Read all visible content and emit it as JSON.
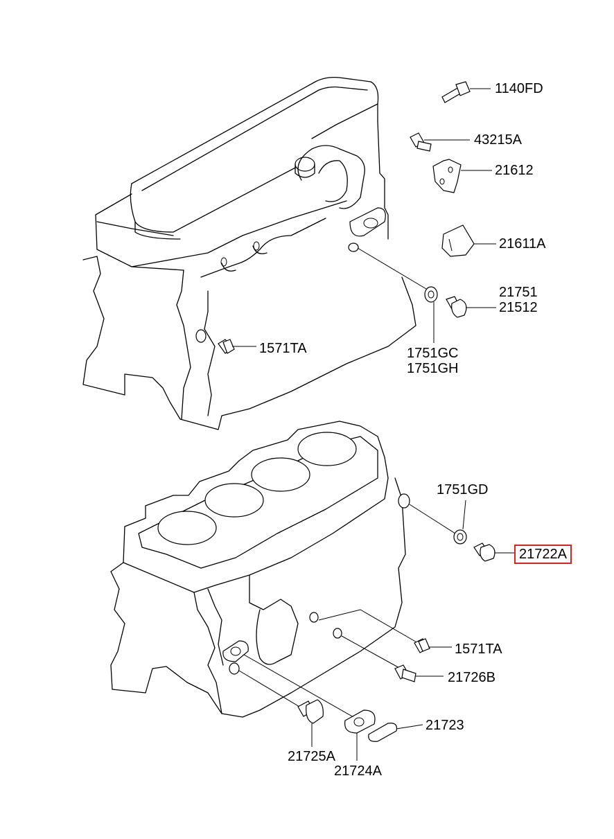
{
  "labels": {
    "p1140FD": "1140FD",
    "p43215A": "43215A",
    "p21612": "21612",
    "p21611A": "21611A",
    "p21751": "21751",
    "p21512": "21512",
    "p1571TA_top": "1571TA",
    "p1751GC": "1751GC",
    "p1751GH": "1751GH",
    "p1751GD": "1751GD",
    "p21722A": "21722A",
    "p1571TA_bottom": "1571TA",
    "p21726B": "21726B",
    "p21723": "21723",
    "p21725A": "21725A",
    "p21724A": "21724A"
  },
  "highlight_color": "#e02020"
}
